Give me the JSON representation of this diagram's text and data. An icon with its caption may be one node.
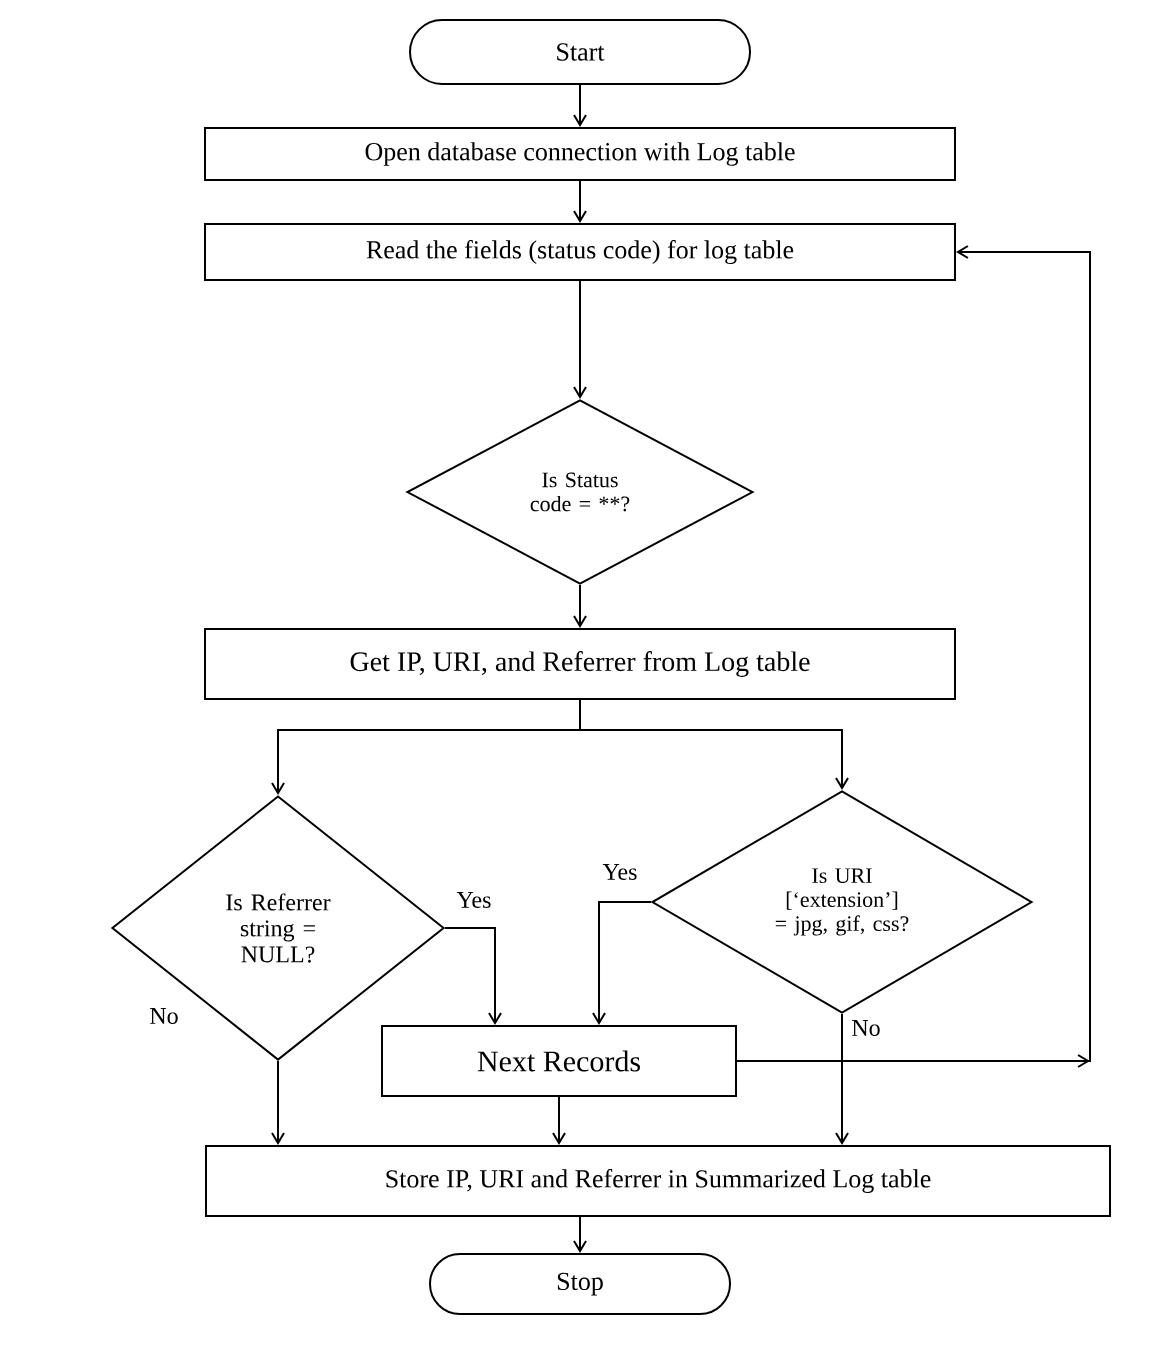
{
  "diagram": {
    "nodes": [
      {
        "text": [
          "Start"
        ]
      },
      {
        "text": [
          "Open database connection with Log table"
        ]
      },
      {
        "text": [
          "Read the fields (status code) for log table"
        ]
      },
      {
        "text": [
          "Is Status code = **?"
        ]
      },
      {
        "text": [
          "Get IP, URI, and Referrer from Log table"
        ]
      },
      {
        "text": [
          "Is Referrer string = NULL?"
        ]
      },
      {
        "text": [
          "Is URI [‘extension’] = jpg, gif, css?"
        ]
      },
      {
        "text": [
          "Next Records"
        ]
      },
      {
        "text": [
          "Store IP, URI and Referrer in Summarized Log table"
        ]
      },
      {
        "text": [
          "Stop"
        ]
      }
    ],
    "edges": [
      {
        "from": 0,
        "to": 1,
        "arrow": "to"
      },
      {
        "from": 1,
        "to": 2,
        "arrow": "to"
      },
      {
        "from": 2,
        "to": 3,
        "arrow": "to"
      },
      {
        "from": 3,
        "to": 4,
        "arrow": "to"
      },
      {
        "from": 4,
        "to": 5,
        "arrow": "to"
      },
      {
        "from": 4,
        "to": 6,
        "arrow": "to"
      },
      {
        "from": 5,
        "to": 7,
        "arrow": "to",
        "label": "Yes"
      },
      {
        "from": 6,
        "to": 7,
        "arrow": "to",
        "label": "Yes"
      },
      {
        "from": 5,
        "to": 8,
        "arrow": "to",
        "label": "No"
      },
      {
        "from": 6,
        "to": 8,
        "arrow": "to",
        "label": "No"
      },
      {
        "from": 7,
        "to": 8,
        "arrow": "to"
      },
      {
        "from": 7,
        "to": 2,
        "arrow": "to"
      },
      {
        "from": 8,
        "to": 9,
        "arrow": "to"
      }
    ]
  }
}
